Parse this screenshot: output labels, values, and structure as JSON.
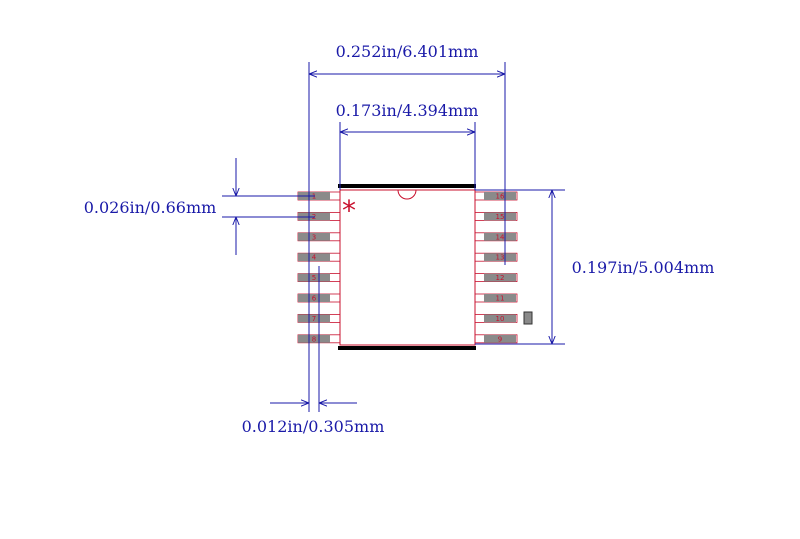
{
  "dimensions": {
    "overall_width": "0.252in/6.401mm",
    "body_width": "0.173in/4.394mm",
    "pitch": "0.026in/0.66mm",
    "body_length": "0.197in/5.004mm",
    "pad_width": "0.012in/0.305mm"
  },
  "pins": {
    "left": [
      "1",
      "2",
      "3",
      "4",
      "5",
      "6",
      "7",
      "8"
    ],
    "right": [
      "16",
      "15",
      "14",
      "13",
      "12",
      "11",
      "10",
      "9"
    ]
  },
  "pin1_marker": "*",
  "colors": {
    "dimension": "#1a1aa8",
    "outline": "#c8102e",
    "pad": "#8a8a8a",
    "silkscreen": "#000000"
  }
}
